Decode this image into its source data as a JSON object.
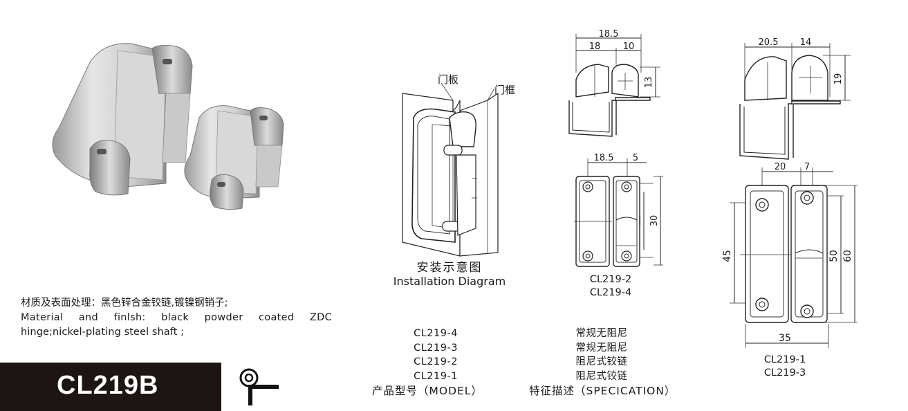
{
  "material": {
    "cn": "材质及表面处理：黑色锌合金铰链,镀镍钢销子;",
    "en_line1": "Material and finlsh: black powder coated ZDC",
    "en_line2": "hinge;nickel-plating steel shaft ;"
  },
  "model_name": "CL219B",
  "installation": {
    "caption_cn": "安装示意图",
    "caption_en": "Installation Diagram",
    "label_door": "门板",
    "label_frame": "门框"
  },
  "models": {
    "header": "产品型号（MODEL）",
    "items": [
      "CL219-4",
      "CL219-3",
      "CL219-2",
      "CL219-1"
    ]
  },
  "specs": {
    "header": "特征描述（SPECICATION）",
    "items": [
      "常规无阻尼",
      "常规无阻尼",
      "阻尼式铰链",
      "阻尼式铰链"
    ]
  },
  "drawing_small": {
    "top_dims": {
      "overall": "18.5",
      "left": "18",
      "right": "10",
      "height": "13"
    },
    "front_dims": {
      "left": "18.5",
      "right": "5",
      "inner": "22",
      "outer": "30"
    },
    "labels": [
      "CL219-2",
      "CL219-4"
    ]
  },
  "drawing_large": {
    "top_dims": {
      "left": "20.5",
      "right": "14",
      "height": "19"
    },
    "front_dims": {
      "left": "20",
      "right": "7",
      "left_height": "45",
      "inner": "50",
      "outer": "60",
      "bottom": "35"
    },
    "labels": [
      "CL219-1",
      "CL219-3"
    ]
  }
}
